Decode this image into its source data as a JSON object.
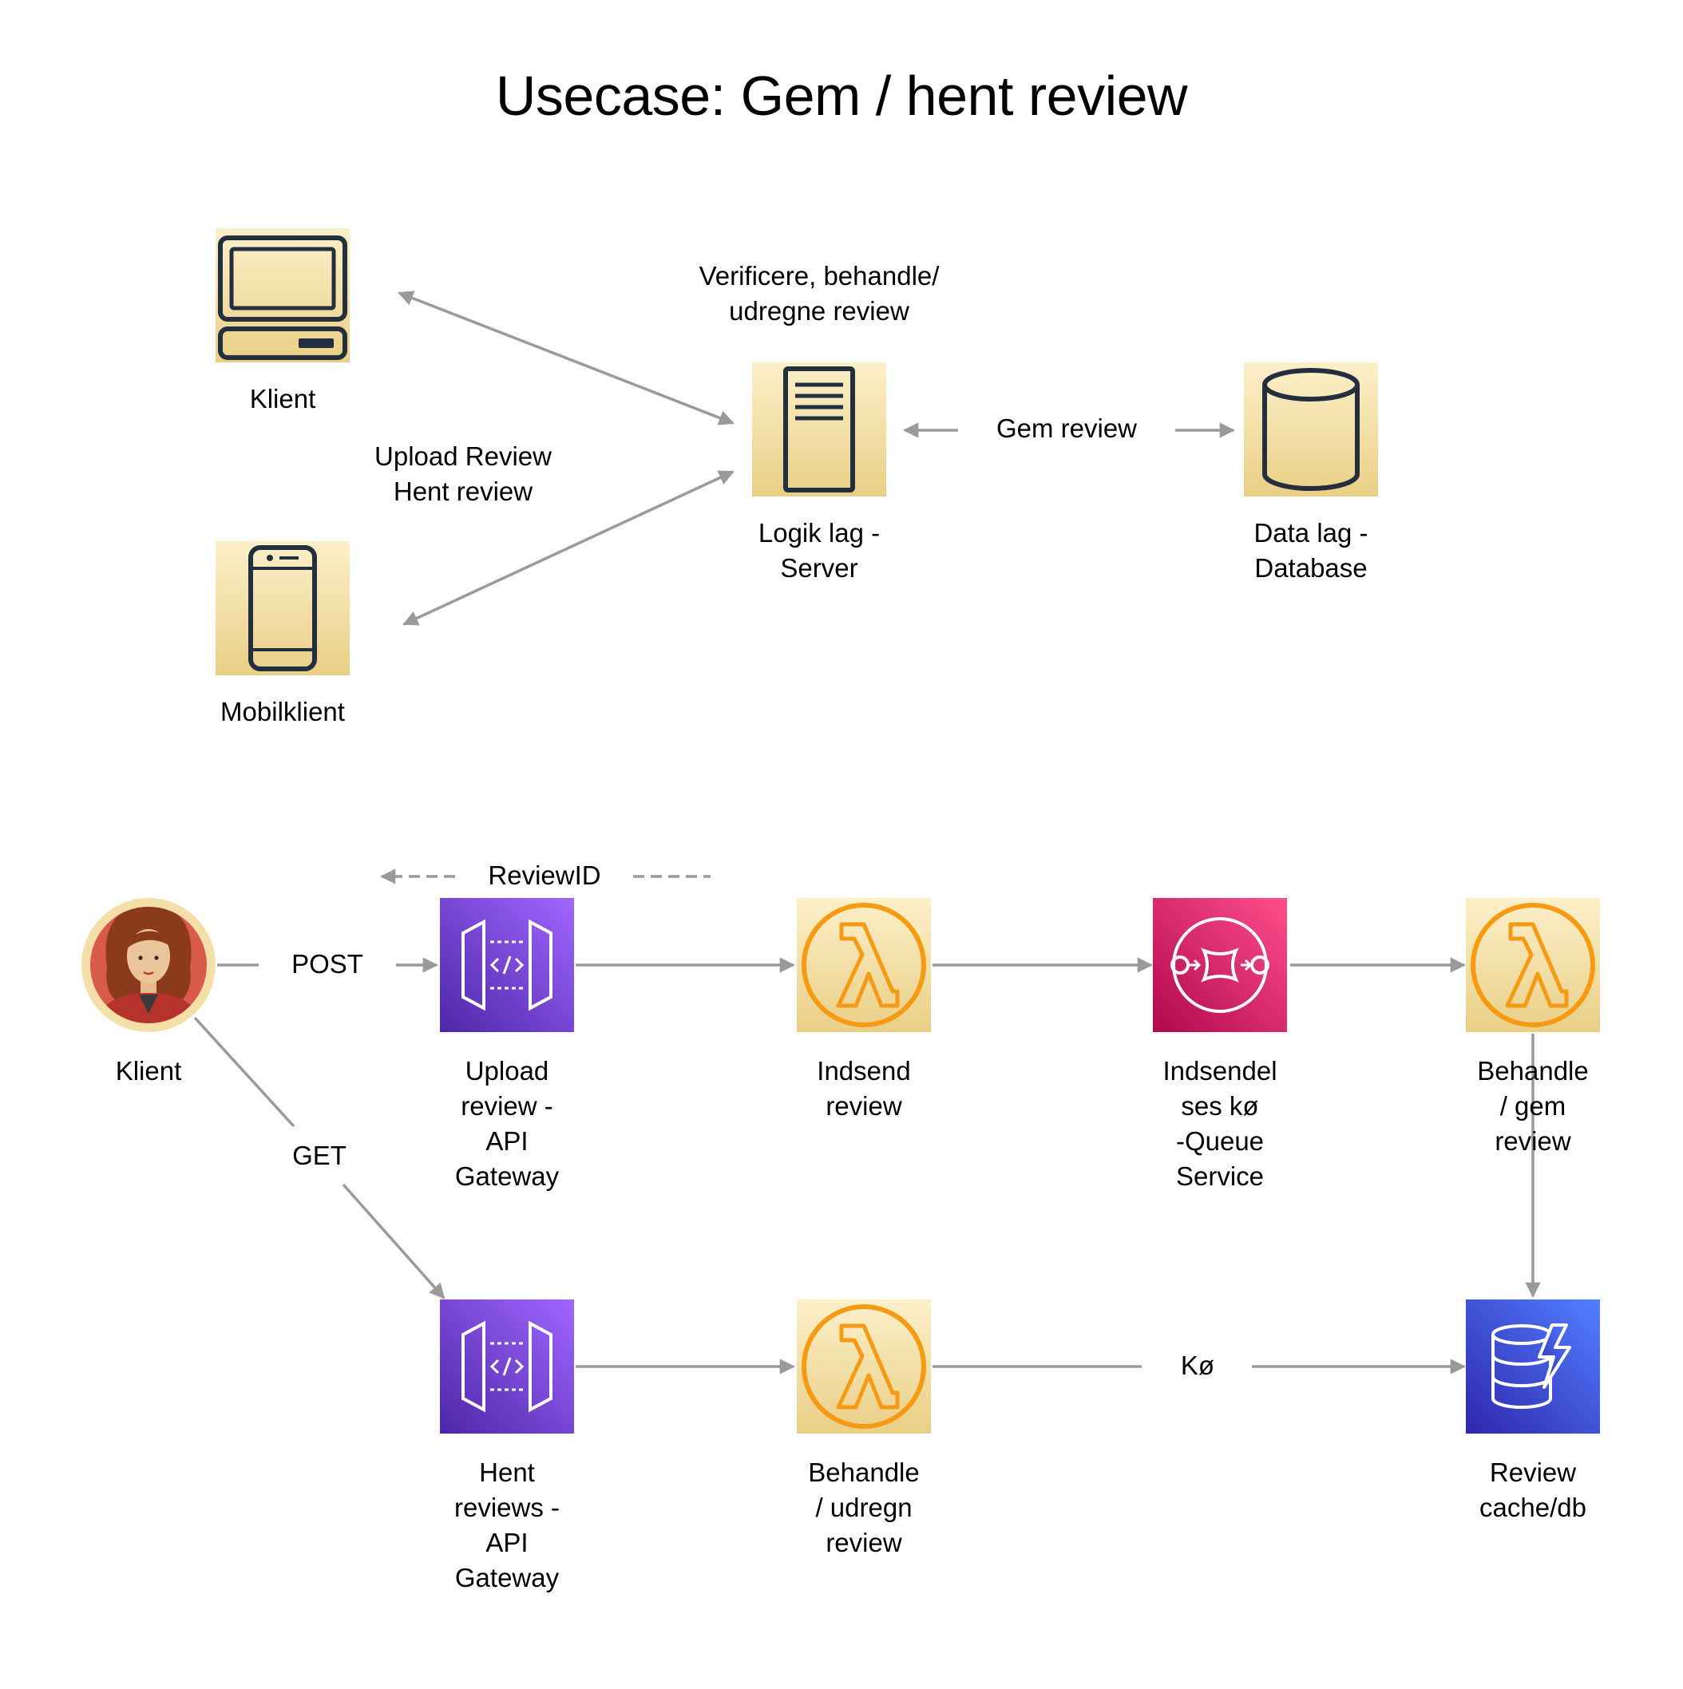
{
  "title": "Usecase: Gem / hent review",
  "top_diagram": {
    "klient_label": "Klient",
    "mobilklient_label": "Mobilklient",
    "server_label": "Logik lag -\nServer",
    "database_label": "Data lag -\nDatabase",
    "verify_label": "Verificere, behandle/\nudregne review",
    "upload_label": "Upload Review\nHent review",
    "gem_label": "Gem review"
  },
  "bottom_diagram": {
    "klient_label": "Klient",
    "post_label": "POST",
    "get_label": "GET",
    "reviewid_label": "ReviewID",
    "upload_gateway_label": "Upload\nreview -\nAPI\nGateway",
    "indsend_label": "Indsend\nreview",
    "queue_label": "Indsendel\nses kø\n-Queue\nService",
    "behandle_gem_label": "Behandle\n/ gem\nreview",
    "hent_gateway_label": "Hent\nreviews -\nAPI\nGateway",
    "behandle_udregn_label": "Behandle\n/ udregn\nreview",
    "ko_label": "Kø",
    "cache_label": "Review\ncache/db"
  },
  "icons": {
    "desktop": "desktop-icon",
    "mobile": "mobile-phone-icon",
    "server": "server-icon",
    "database": "database-cylinder-icon",
    "user": "user-avatar-icon",
    "api_gateway": "api-gateway-icon",
    "lambda": "lambda-icon",
    "queue": "sqs-queue-icon",
    "dynamodb": "dynamodb-icon"
  },
  "colors": {
    "tile_gold_top": "#FCF0C9",
    "tile_gold_bottom": "#E9CF86",
    "api_gateway": "#7E4CDB",
    "lambda_orange": "#F59A12",
    "queue_pink": "#DD2467",
    "dynamodb_blue": "#3B56D9",
    "arrow_gray": "#9A9A9A"
  }
}
